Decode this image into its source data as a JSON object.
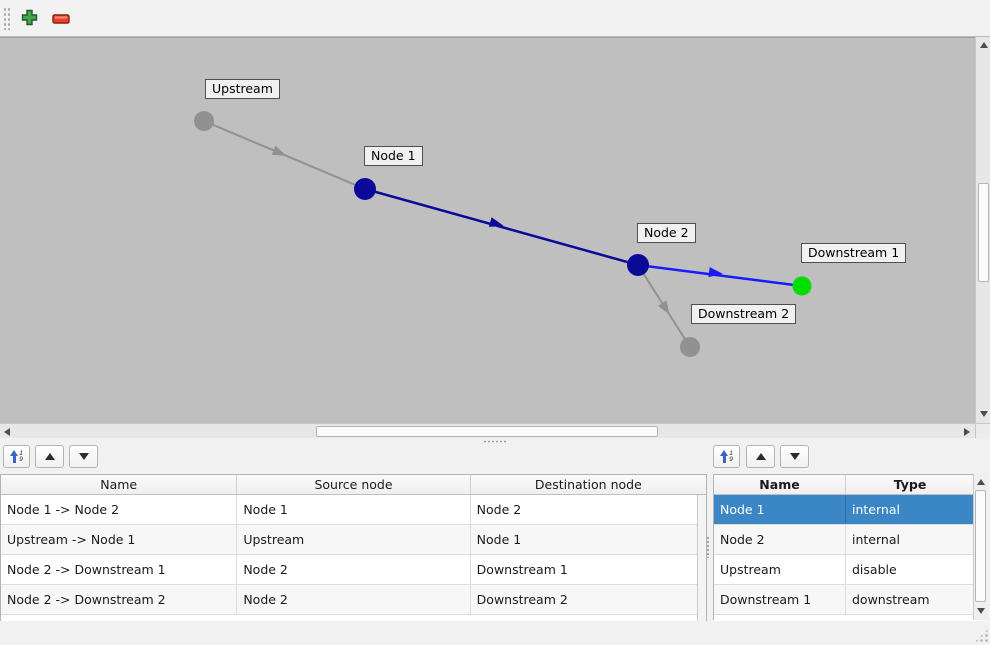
{
  "main_toolbar": {
    "buttons": [
      {
        "icon": "add-plus-icon"
      },
      {
        "icon": "remove-minus-icon"
      }
    ]
  },
  "graph": {
    "background": "#bfbfbf",
    "nodes": [
      {
        "label": "Upstream",
        "color": "#919191"
      },
      {
        "label": "Node 1",
        "color": "#0a0a99"
      },
      {
        "label": "Node 2",
        "color": "#0a0a99"
      },
      {
        "label": "Downstream 1",
        "color": "#00dd00"
      },
      {
        "label": "Downstream 2",
        "color": "#919191"
      }
    ],
    "edges": [
      {
        "from": "Upstream",
        "to": "Node 1",
        "color": "#919191"
      },
      {
        "from": "Node 1",
        "to": "Node 2",
        "color": "#0a0a99"
      },
      {
        "from": "Node 2",
        "to": "Downstream 1",
        "color": "#1a1aff"
      },
      {
        "from": "Node 2",
        "to": "Downstream 2",
        "color": "#919191"
      }
    ]
  },
  "panel_toolbar": {
    "sort_icon": {
      "top_char": "1",
      "bottom_char": "9"
    },
    "buttons": [
      {
        "icon": "sort-ascending-icon"
      },
      {
        "icon": "move-up-icon"
      },
      {
        "icon": "move-down-icon"
      }
    ]
  },
  "edge_table": {
    "headers": [
      "Name",
      "Source node",
      "Destination node"
    ],
    "rows": [
      {
        "name": "Node 1 -> Node 2",
        "source": "Node 1",
        "destination": "Node 2"
      },
      {
        "name": "Upstream -> Node 1",
        "source": "Upstream",
        "destination": "Node 1"
      },
      {
        "name": "Node 2 -> Downstream 1",
        "source": "Node 2",
        "destination": "Downstream 1"
      },
      {
        "name": "Node 2 -> Downstream 2",
        "source": "Node 2",
        "destination": "Downstream 2"
      }
    ]
  },
  "node_table": {
    "headers": [
      "Name",
      "Type"
    ],
    "selection_color": "#3b87c6",
    "rows": [
      {
        "name": "Node 1",
        "type": "internal",
        "selected": true
      },
      {
        "name": "Node 2",
        "type": "internal",
        "selected": false
      },
      {
        "name": "Upstream",
        "type": "disable",
        "selected": false
      },
      {
        "name": "Downstream 1",
        "type": "downstream",
        "selected": false
      }
    ]
  }
}
